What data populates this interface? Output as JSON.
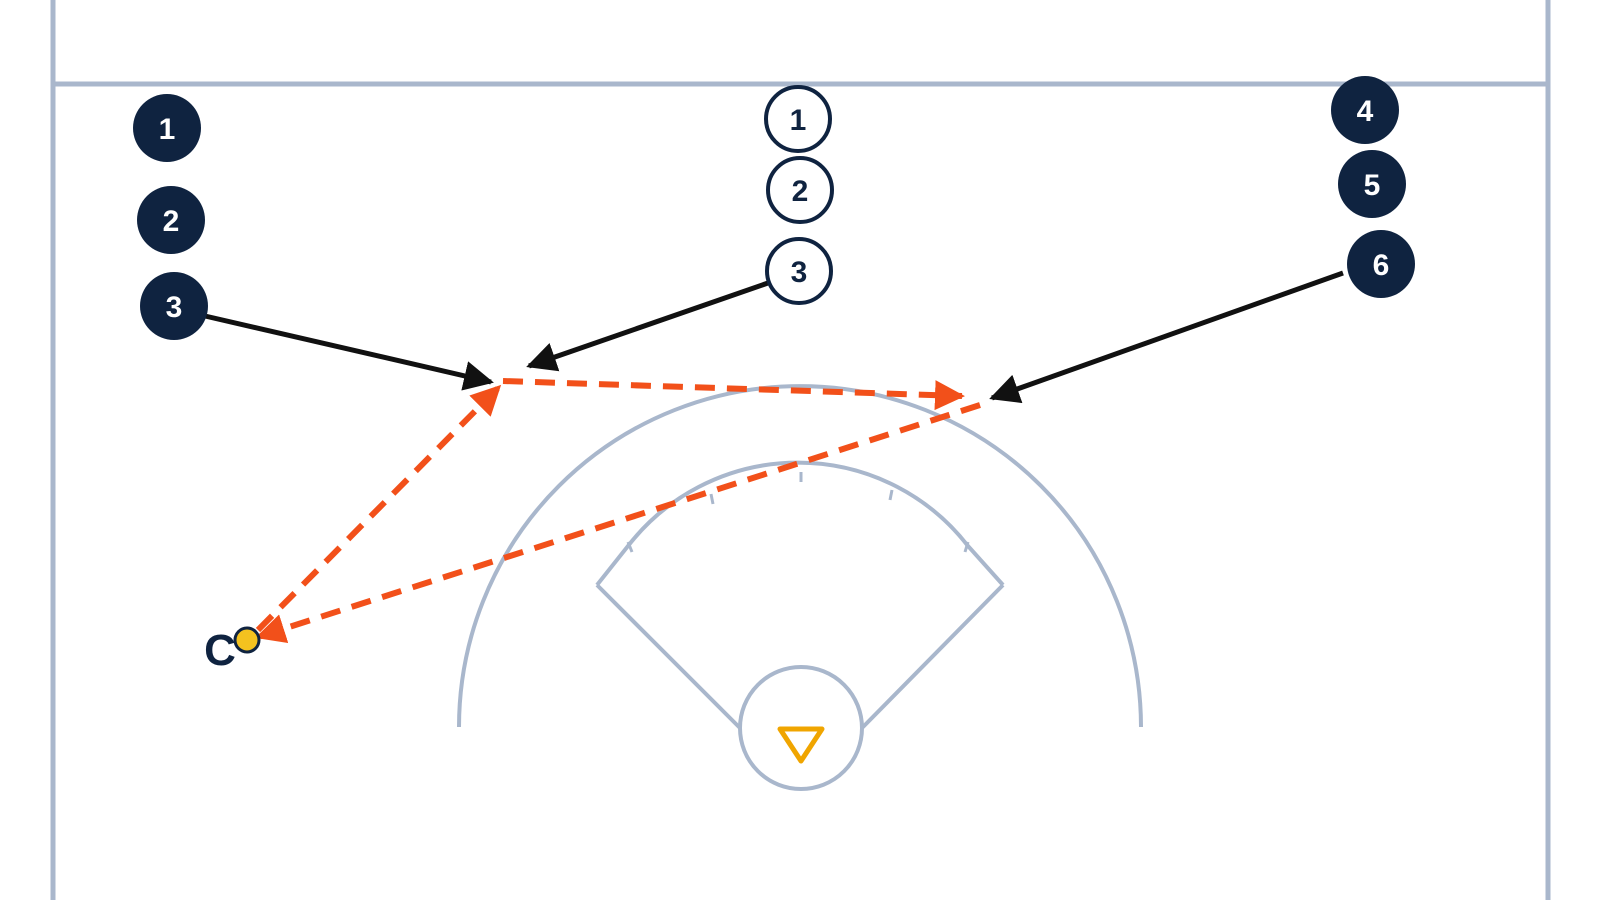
{
  "colors": {
    "background": "#ffffff",
    "lines": "#a9b7cc",
    "player_fill": "#0f2340",
    "player_text": "#ffffff",
    "outline_fill": "#ffffff",
    "outline_stroke": "#0f2340",
    "run_arrow": "#111111",
    "pass_arrow": "#f2501a",
    "ball": "#f4c21f",
    "goal_marker": "#f0a500"
  },
  "players_left_line": [
    {
      "label": "1"
    },
    {
      "label": "2"
    },
    {
      "label": "3"
    }
  ],
  "players_middle_line": [
    {
      "label": "1"
    },
    {
      "label": "2"
    },
    {
      "label": "3"
    }
  ],
  "players_right_line": [
    {
      "label": "4"
    },
    {
      "label": "5"
    },
    {
      "label": "6"
    }
  ],
  "coach": {
    "label": "C"
  },
  "icons": {
    "goal": "goal-triangle-icon",
    "ball": "ball-icon"
  }
}
